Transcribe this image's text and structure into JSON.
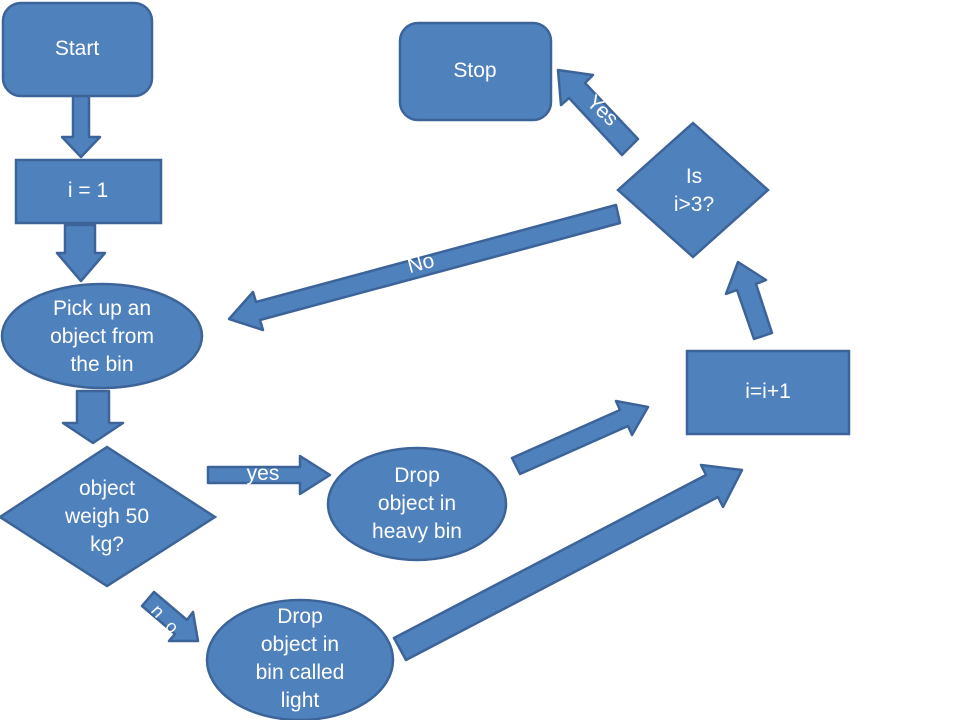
{
  "title": "Flowchart slide",
  "colors": {
    "shape_fill": "#4f81bd",
    "shape_stroke": "#3d6499",
    "text": "#ffffff",
    "background": "#ffffff"
  },
  "nodes": {
    "start": {
      "type": "rounded-rect",
      "label": "Start"
    },
    "init": {
      "type": "rect",
      "label": "i = 1"
    },
    "pickup": {
      "type": "ellipse",
      "label": "Pick up an\nobject from\nthe bin"
    },
    "weigh": {
      "type": "diamond",
      "label": "object\nweigh 50\nkg?"
    },
    "heavy": {
      "type": "ellipse",
      "label": "Drop\nobject in\nheavy bin"
    },
    "light": {
      "type": "ellipse",
      "label": "Drop\nobject in\nbin called\nlight"
    },
    "increment": {
      "type": "rect",
      "label": "i=i+1"
    },
    "check": {
      "type": "diamond",
      "label": "Is\ni>3?"
    },
    "stop": {
      "type": "rounded-rect",
      "label": "Stop"
    }
  },
  "edge_labels": {
    "weigh_yes": "yes",
    "weigh_no": "n o",
    "check_yes": "Yes",
    "check_no": "No"
  }
}
